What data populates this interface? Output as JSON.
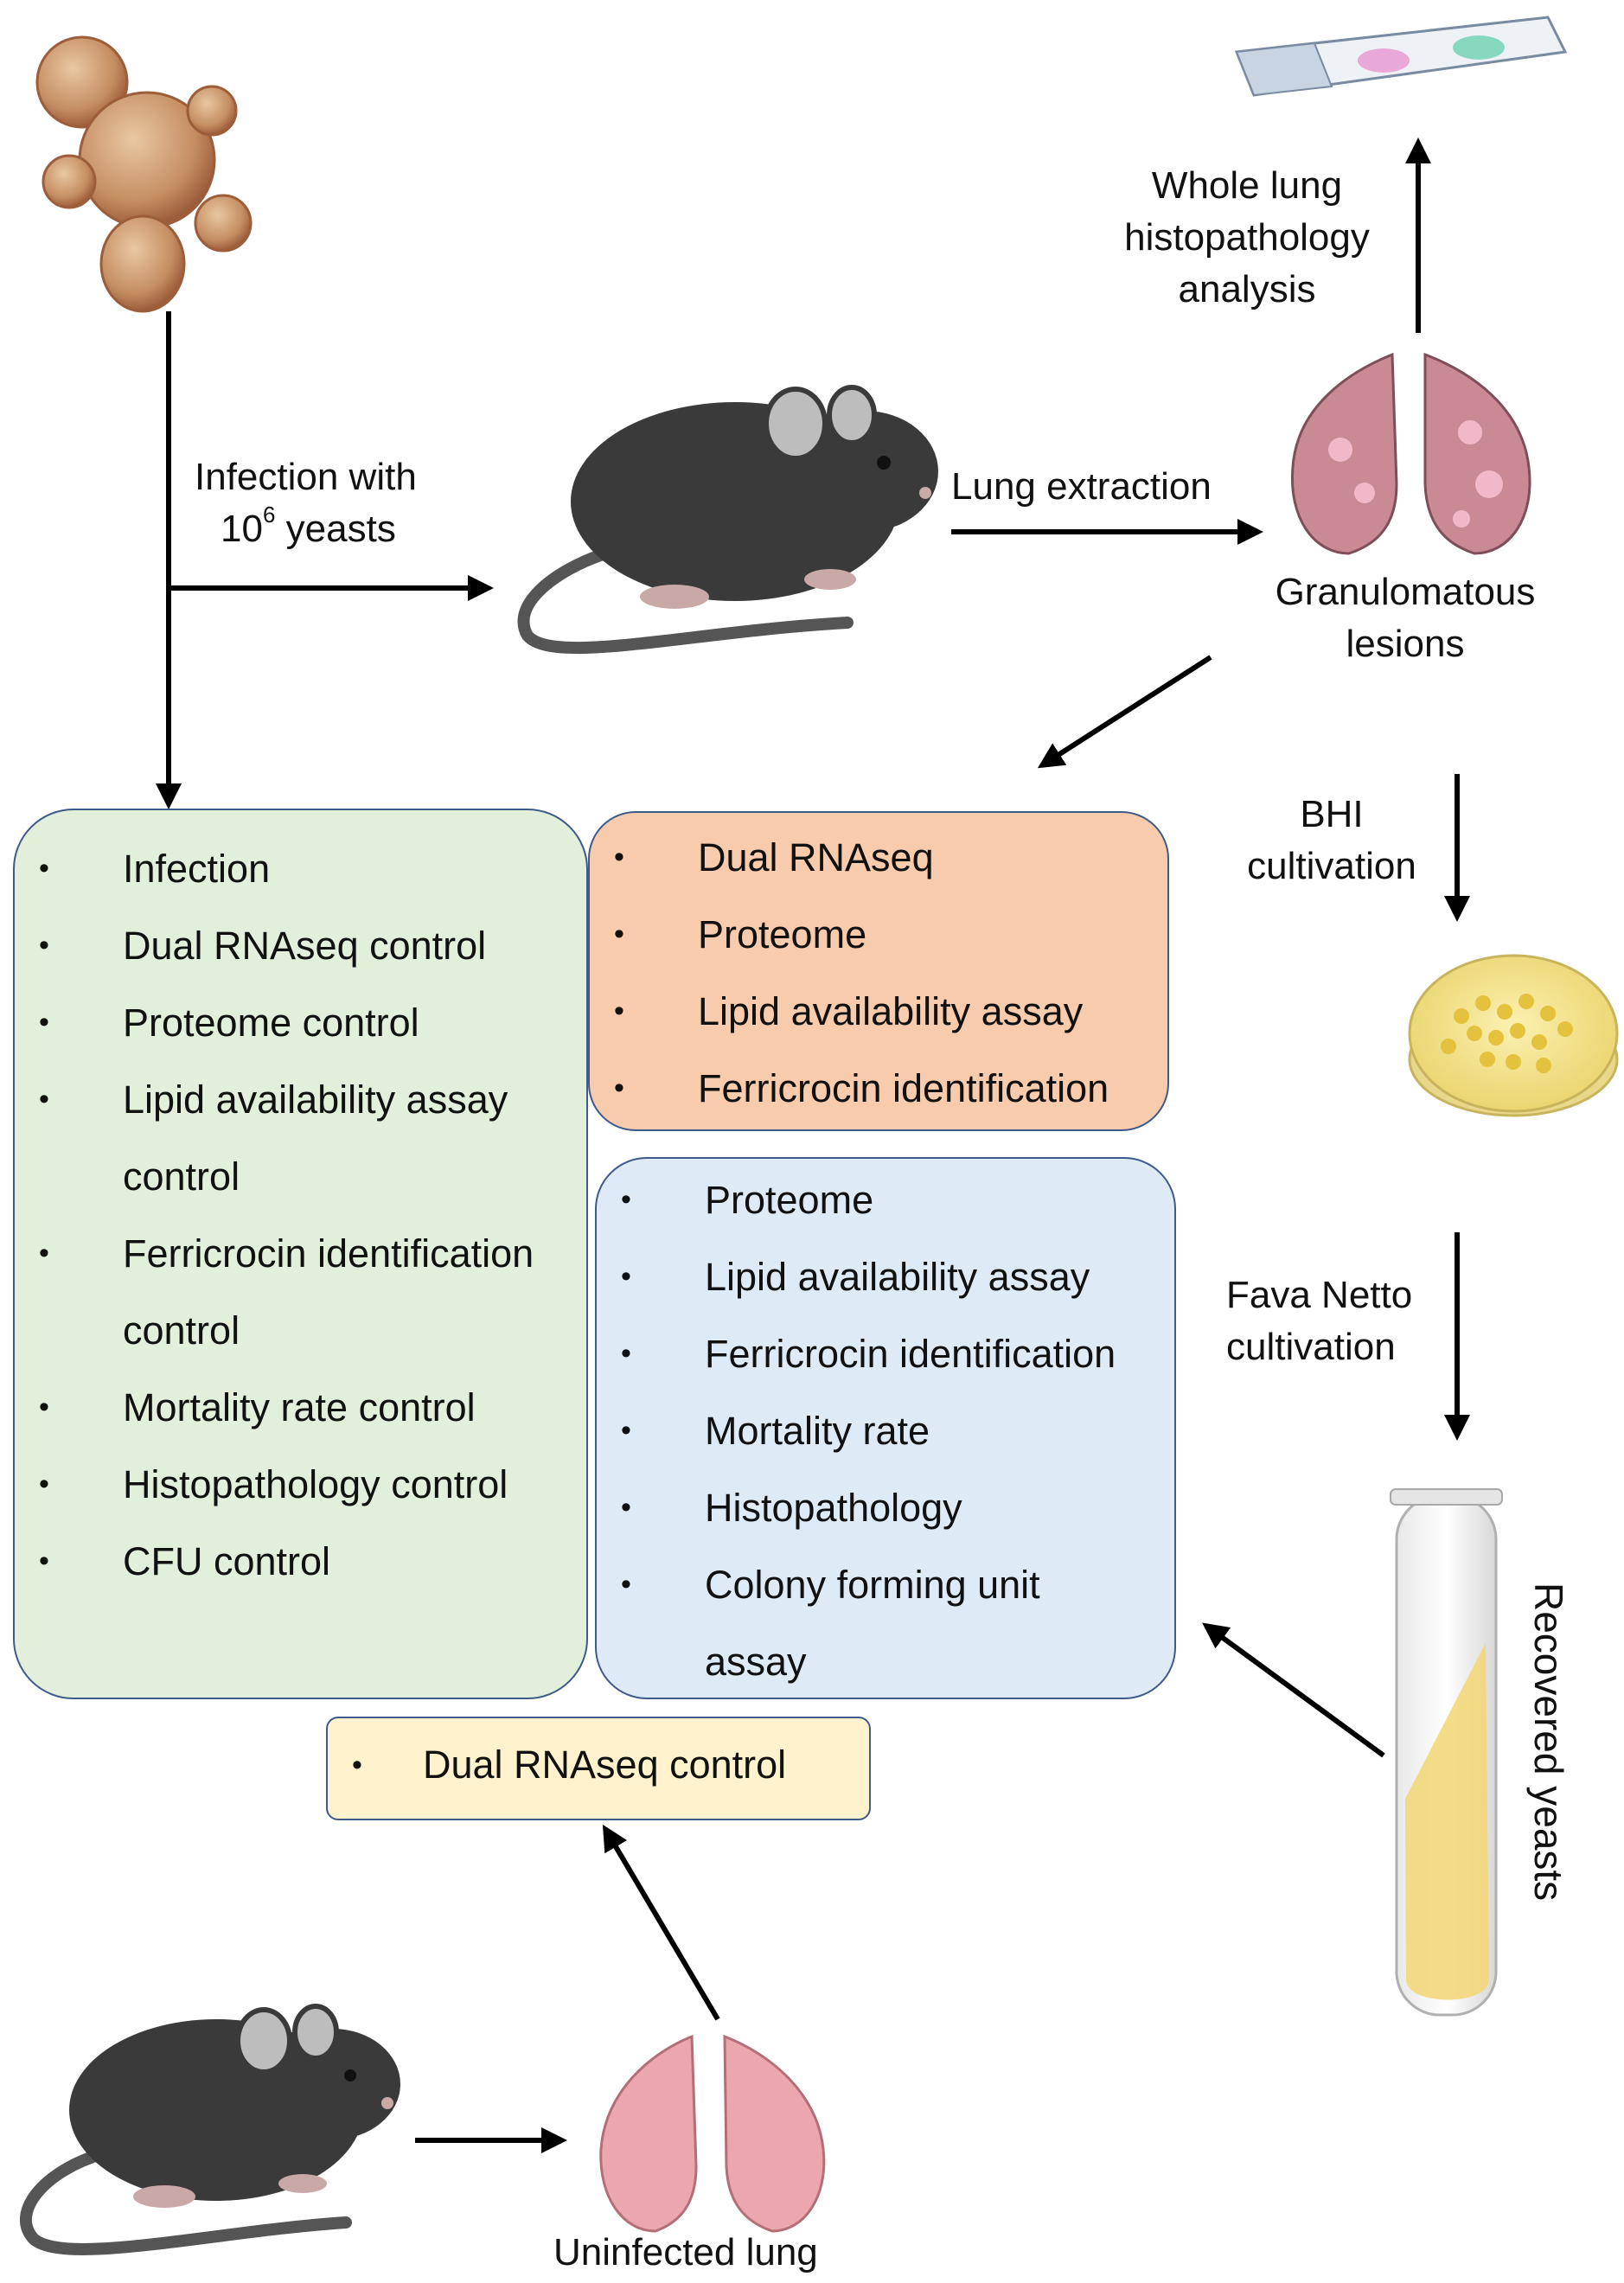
{
  "labels": {
    "infection_line1": "Infection with",
    "infection_base": "10",
    "infection_exp": "6",
    "infection_tail": " yeasts",
    "lung_extraction": "Lung extraction",
    "histo_line1": "Whole lung",
    "histo_line2": "histopathology",
    "histo_line3": "analysis",
    "granulomatous_line1": "Granulomatous",
    "granulomatous_line2": "lesions",
    "bhi_line1": "BHI",
    "bhi_line2": "cultivation",
    "fava_line1": "Fava Netto",
    "fava_line2": "cultivation",
    "recovered_yeasts": "Recovered yeasts",
    "uninfected_lung": "Uninfected lung"
  },
  "green_box": {
    "color": "#e2efda",
    "items": [
      {
        "text": "Infection",
        "bullet": true
      },
      {
        "text": "Dual RNAseq control",
        "bullet": true
      },
      {
        "text": "Proteome control",
        "bullet": true
      },
      {
        "text": "Lipid availability  assay",
        "bullet": true
      },
      {
        "text": "control",
        "bullet": false
      },
      {
        "text": "Ferricrocin identification",
        "bullet": true
      },
      {
        "text": "control",
        "bullet": false
      },
      {
        "text": "Mortality rate  control",
        "bullet": true
      },
      {
        "text": "Histopathology control",
        "bullet": true
      },
      {
        "text": "CFU control",
        "bullet": true
      }
    ]
  },
  "orange_box": {
    "color": "#f8cbad",
    "items": [
      {
        "text": "Dual RNAseq",
        "bullet": true
      },
      {
        "text": "Proteome",
        "bullet": true
      },
      {
        "text": "Lipid availability  assay",
        "bullet": true
      },
      {
        "text": "Ferricrocin identification",
        "bullet": true
      }
    ]
  },
  "blue_box": {
    "color": "#deebf7",
    "items": [
      {
        "text": "Proteome",
        "bullet": true
      },
      {
        "text": "Lipid availability  assay",
        "bullet": true
      },
      {
        "text": "Ferricrocin identification",
        "bullet": true
      },
      {
        "text": "Mortality rate",
        "bullet": true
      },
      {
        "text": "Histopathology",
        "bullet": true
      },
      {
        "text": "Colony forming unit",
        "bullet": true
      },
      {
        "text": "assay",
        "bullet": false
      }
    ]
  },
  "yellow_box": {
    "color": "#fff2cc",
    "items": [
      {
        "text": "Dual RNAseq control",
        "bullet": true
      }
    ]
  },
  "colors": {
    "arrow": "#000000",
    "box_border": "#3d5a8a",
    "yeast": "#b97a52",
    "mouse": "#3a3a3a",
    "infected_lung": "#c98a96",
    "uninfected_lung": "#eba7ad",
    "agar": "#f3e08a",
    "tube_liquid": "#f2d77a"
  }
}
